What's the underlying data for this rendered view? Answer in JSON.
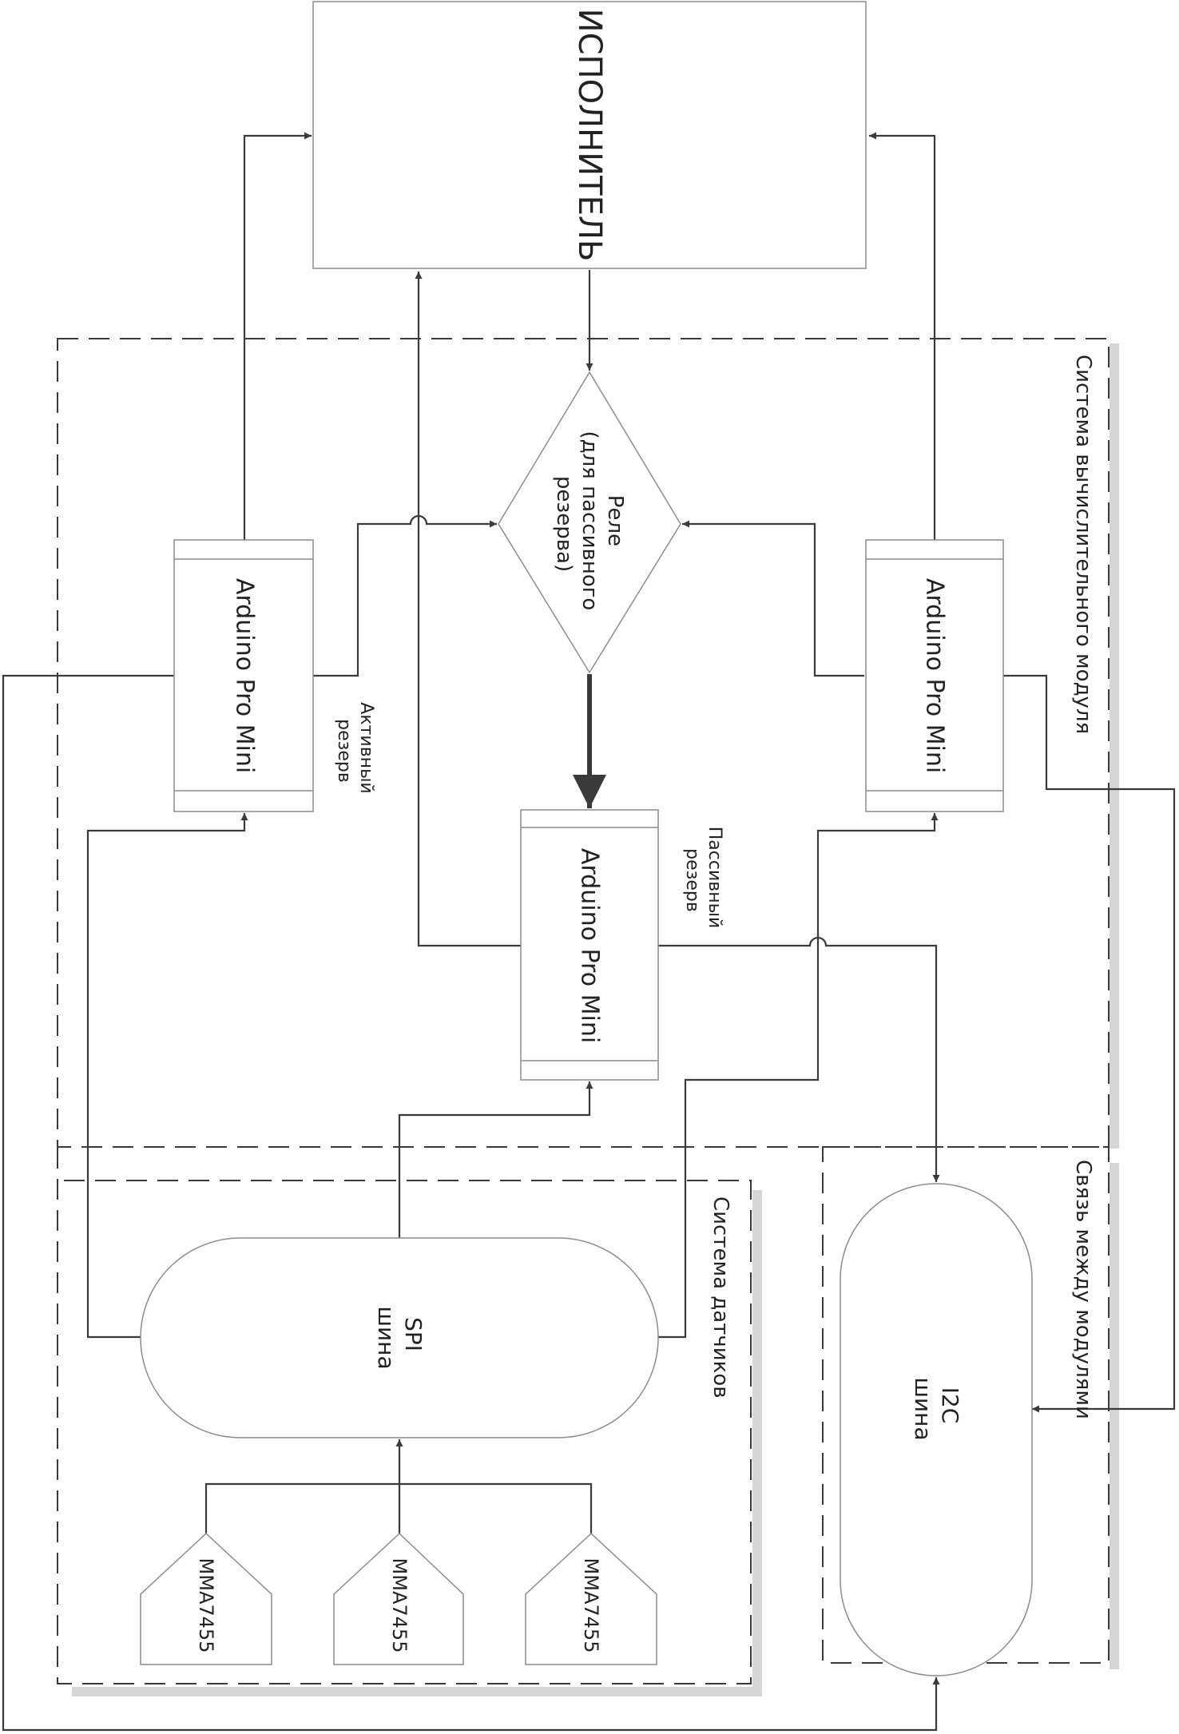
{
  "diagram": {
    "executor": {
      "label": "ИСПОЛНИТЕЛЬ"
    },
    "relay": {
      "lines": [
        "Реле",
        "(для пассивного",
        "резерва)"
      ]
    },
    "arduino_left": {
      "label": "Arduino Pro Mini"
    },
    "arduino_center": {
      "label": "Arduino Pro Mini"
    },
    "arduino_right": {
      "label": "Arduino Pro Mini"
    },
    "active_reserve": {
      "lines": [
        "Активный",
        "резерв"
      ]
    },
    "passive_reserve": {
      "lines": [
        "Пассивный",
        "резерв"
      ]
    },
    "spi_bus": {
      "lines": [
        "SPI",
        "шина"
      ]
    },
    "i2c_bus": {
      "lines": [
        "I2C",
        "шина"
      ]
    },
    "sensors": [
      {
        "label": "MMA7455"
      },
      {
        "label": "MMA7455"
      },
      {
        "label": "MMA7455"
      }
    ],
    "group_compute": {
      "label": "Система вычислительного модуля"
    },
    "group_sensors": {
      "label": "Система датчиков"
    },
    "group_link": {
      "label": "Связь между модулями"
    }
  }
}
